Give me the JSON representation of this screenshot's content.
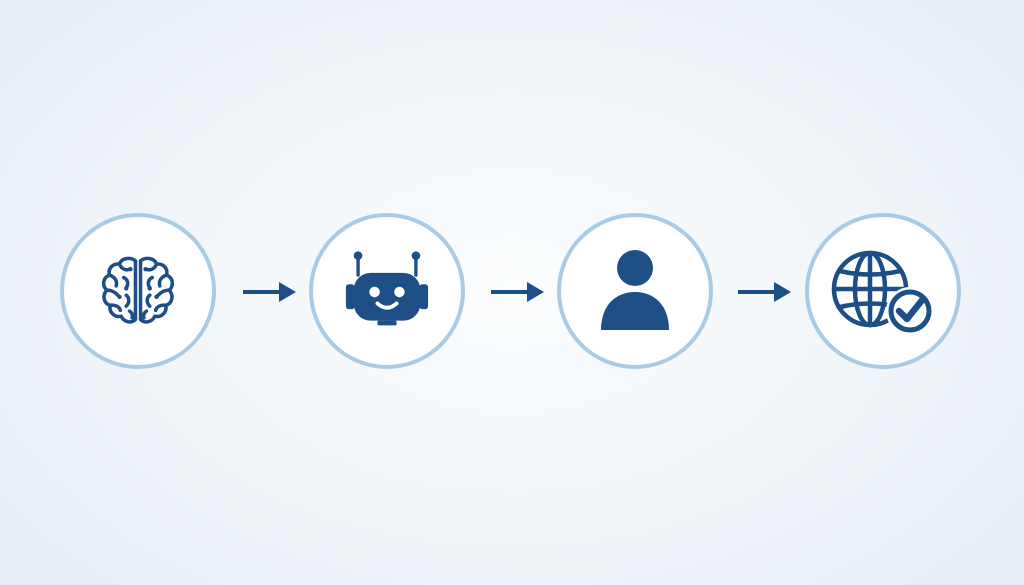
{
  "diagram": {
    "colors": {
      "icon": "#1d4f86",
      "ring": "#a9cbe4",
      "arrow": "#1d4f86",
      "circle_fill": "#ffffff"
    },
    "steps": [
      {
        "icon": "brain-icon"
      },
      {
        "icon": "robot-icon"
      },
      {
        "icon": "user-icon"
      },
      {
        "icon": "globe-check-icon"
      }
    ],
    "connectors": [
      "arrow-right",
      "arrow-right",
      "arrow-right"
    ]
  }
}
